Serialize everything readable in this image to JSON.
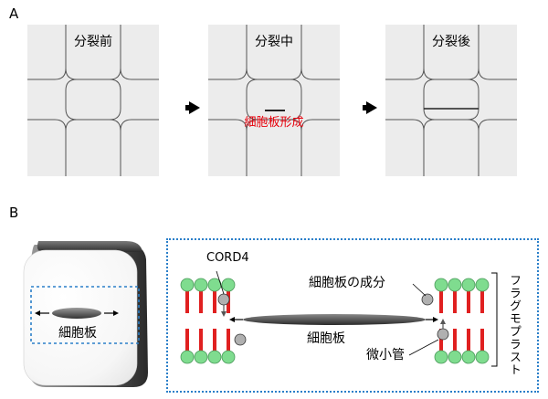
{
  "panel_a": {
    "letter": "A",
    "stages": [
      {
        "label": "分裂前"
      },
      {
        "label": "分裂中",
        "annotation": "細胞板形成"
      },
      {
        "label": "分裂後"
      }
    ]
  },
  "panel_b": {
    "letter": "B",
    "left_label": "細胞板",
    "cord4": "CORD4",
    "component": "細胞板の成分",
    "plate": "細胞板",
    "microtubule": "微小管",
    "phragmoplast": "フラグモプラスト"
  }
}
